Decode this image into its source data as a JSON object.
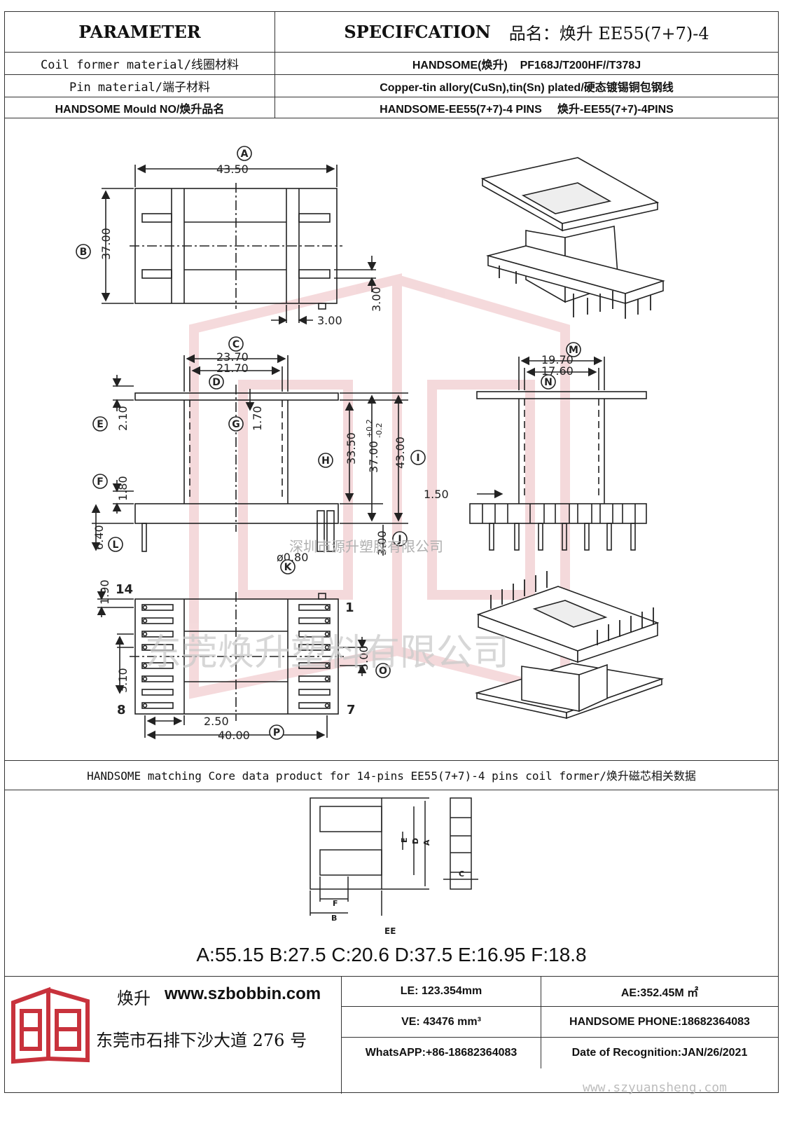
{
  "header": {
    "parameter_label": "PARAMETER",
    "spec_label": "SPECIFCATION",
    "product_name_label": "品名：",
    "product_name": "焕升 EE55(7+7)-4"
  },
  "rows": [
    {
      "label": "Coil former material/线圈材料",
      "value": "HANDSOME(焕升)    PF168J/T200HF//T378J"
    },
    {
      "label": "Pin material/端子材料",
      "value": "Copper-tin allory(CuSn),tin(Sn) plated/硬态镀锡铜包钢线"
    },
    {
      "label": "HANDSOME Mould NO/焕升品名",
      "value": "HANDSOME-EE55(7+7)-4 PINS     焕升-EE55(7+7)-4PINS"
    }
  ],
  "drawing": {
    "markers": [
      "A",
      "B",
      "C",
      "D",
      "E",
      "F",
      "G",
      "H",
      "I",
      "J",
      "K",
      "L",
      "M",
      "N",
      "O",
      "P"
    ],
    "dims": {
      "a": "43.50",
      "b": "37.00",
      "b_side": "3.00",
      "b_bottom": "3.00",
      "c": "23.70",
      "d": "21.70",
      "e": "2.10",
      "g": "1.70",
      "f": "1.80",
      "h": "33.50",
      "h2": "37.00",
      "h2_tol_plus": "+0.2",
      "h2_tol_minus": "-0.2",
      "i": "43.00",
      "l": "6.40",
      "j": "3.00",
      "k": "ø0.80",
      "m": "19.70",
      "n": "17.60",
      "side_pin": "1.50",
      "pitch_top": "1.90",
      "pitch": "3.10",
      "o": "5.00",
      "pin_off": "2.50",
      "p": "40.00"
    },
    "pin_labels": {
      "p14": "14",
      "p1": "1",
      "p8": "8",
      "p7": "7"
    },
    "watermark_cn_small": "深圳市源升塑胶有限公司",
    "watermark_cn_large": "东莞焕升塑料有限公司"
  },
  "core": {
    "title": "HANDSOME matching Core data  product for 14-pins EE55(7+7)-4 pins coil former/焕升磁芯相关数据",
    "diagram_label": "EE",
    "letters": [
      "A",
      "B",
      "C",
      "D",
      "E",
      "F"
    ],
    "dimensions": "A:55.15 B:27.5 C:20.6 D:37.5 E:16.95 F:18.8"
  },
  "footer": {
    "brand": "焕升",
    "website": "www.szbobbin.com",
    "address": "东莞市石排下沙大道 276 号",
    "le": "LE: 123.354mm",
    "ae": "AE:352.45M ㎡",
    "ve": "VE: 43476 mm³",
    "phone": "HANDSOME PHONE:18682364083",
    "whatsapp": "WhatsAPP:+86-18682364083",
    "date": "Date of Recognition:JAN/26/2021",
    "watermark_url": "www.szyuansheng.com"
  },
  "colors": {
    "line": "#222222",
    "logo_red": "#c8323c",
    "watermark": "#d89a9a"
  }
}
